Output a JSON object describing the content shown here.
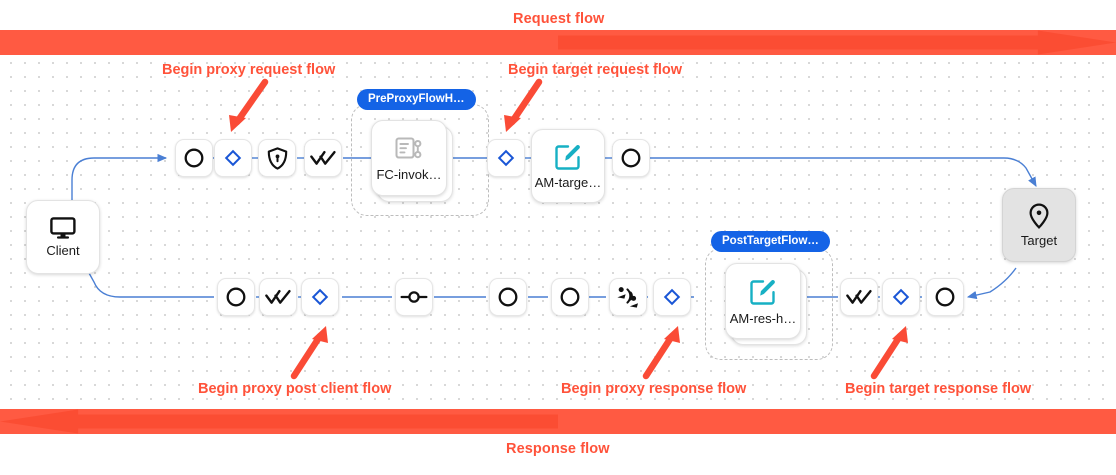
{
  "flow_bars": {
    "request": {
      "label": "Request flow",
      "color": "#ff523a",
      "bar_color": "#ff5a42",
      "arrow_color": "#fb4d33",
      "direction": "right"
    },
    "response": {
      "label": "Response flow",
      "color": "#ff523a",
      "bar_color": "#ff5a42",
      "arrow_color": "#fb4d33",
      "direction": "left"
    }
  },
  "annotations": [
    {
      "id": "begin-proxy-request-flow",
      "label": "Begin proxy request flow"
    },
    {
      "id": "begin-target-request-flow",
      "label": "Begin target request flow"
    },
    {
      "id": "begin-proxy-post-client-flow",
      "label": "Begin proxy post client flow"
    },
    {
      "id": "begin-proxy-response-flow",
      "label": "Begin proxy response flow"
    },
    {
      "id": "begin-target-response-flow",
      "label": "Begin target response flow"
    }
  ],
  "endpoints": {
    "client": {
      "label": "Client",
      "icon": "monitor-icon"
    },
    "target": {
      "label": "Target",
      "icon": "location-pin-icon"
    }
  },
  "groups": [
    {
      "id": "preproxyflowhook",
      "chip": "PreProxyFlowH…"
    },
    {
      "id": "posttargetflowhook",
      "chip": "PostTargetFlow…"
    }
  ],
  "policies": [
    {
      "id": "fc-invoke",
      "label": "FC-invok…",
      "icon": "flow-callout-icon",
      "group": "preproxyflowhook"
    },
    {
      "id": "am-target",
      "label": "AM-targe…",
      "icon": "assign-message-icon"
    },
    {
      "id": "am-res-h",
      "label": "AM-res-h…",
      "icon": "assign-message-icon",
      "group": "posttargetflowhook"
    }
  ],
  "request_row": [
    {
      "id": "req-step-1",
      "icon": "circle-icon"
    },
    {
      "id": "req-step-2",
      "icon": "diamond-icon"
    },
    {
      "id": "req-step-3",
      "icon": "shield-lock-icon"
    },
    {
      "id": "req-step-4",
      "icon": "double-check-icon"
    },
    {
      "id": "req-step-5",
      "icon": "diamond-icon"
    },
    {
      "id": "req-step-6",
      "icon": "circle-icon"
    }
  ],
  "response_row": [
    {
      "id": "res-step-1",
      "icon": "circle-icon"
    },
    {
      "id": "res-step-2",
      "icon": "double-check-icon"
    },
    {
      "id": "res-step-3",
      "icon": "diamond-icon"
    },
    {
      "id": "res-step-4",
      "icon": "node-connector-icon"
    },
    {
      "id": "res-step-5",
      "icon": "circle-icon"
    },
    {
      "id": "res-step-6",
      "icon": "circle-icon"
    },
    {
      "id": "res-step-7",
      "icon": "broadcast-icon"
    },
    {
      "id": "res-step-8",
      "icon": "diamond-icon"
    },
    {
      "id": "res-step-9",
      "icon": "double-check-icon"
    },
    {
      "id": "res-step-10",
      "icon": "diamond-icon"
    },
    {
      "id": "res-step-11",
      "icon": "circle-icon"
    }
  ],
  "colors": {
    "edge": "#4a7fd4",
    "accent_blue": "#1463e6",
    "diamond": "#1a56d6",
    "teal": "#17b0c4",
    "annotation_red": "#ff523a",
    "grid_dot": "#d8d8d8",
    "target_fill": "#e3e3e3"
  }
}
